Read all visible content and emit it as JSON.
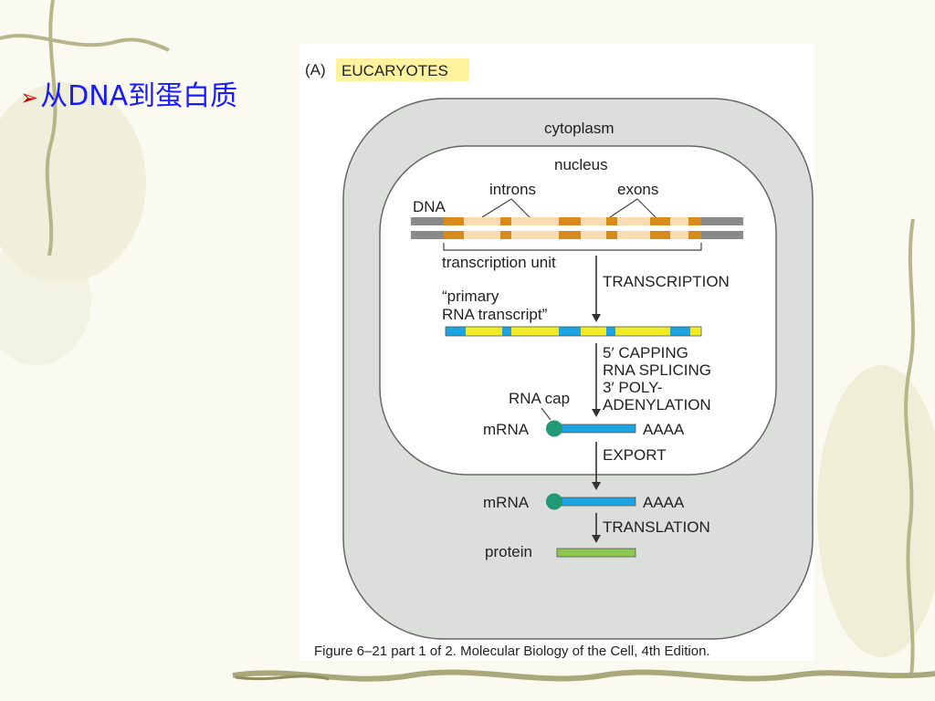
{
  "slide": {
    "bullet_text": "从DNA到蛋白质"
  },
  "figure": {
    "panel_label": "(A)",
    "panel_title": "EUCARYOTES",
    "cytoplasm_label": "cytoplasm",
    "nucleus_label": "nucleus",
    "introns_label": "introns",
    "exons_label": "exons",
    "dna_label": "DNA",
    "transcription_unit_label": "transcription unit",
    "transcription_step": "TRANSCRIPTION",
    "primary_transcript_line1": "“primary",
    "primary_transcript_line2": "RNA transcript”",
    "processing_steps": [
      "5′ CAPPING",
      "RNA SPLICING",
      "3′ POLY-",
      "ADENYLATION"
    ],
    "rna_cap_label": "RNA cap",
    "mrna_label_nucleus": "mRNA",
    "polya_nucleus": "AAAA",
    "export_step": "EXPORT",
    "mrna_label_cytoplasm": "mRNA",
    "polya_cytoplasm": "AAAA",
    "translation_step": "TRANSLATION",
    "protein_label": "protein",
    "caption": "Figure 6–21 part 1 of 2. Molecular Biology of the Cell, 4th Edition.",
    "colors": {
      "title_highlight": "#fff3a0",
      "cell_fill": "#dcdedb",
      "exon": "#d88a1a",
      "intron": "#f7dcb4",
      "rna_blue": "#1ca3e0",
      "rna_yellow": "#f0ec2a",
      "cap_green": "#1f9a74",
      "protein_green": "#8cc850"
    }
  }
}
